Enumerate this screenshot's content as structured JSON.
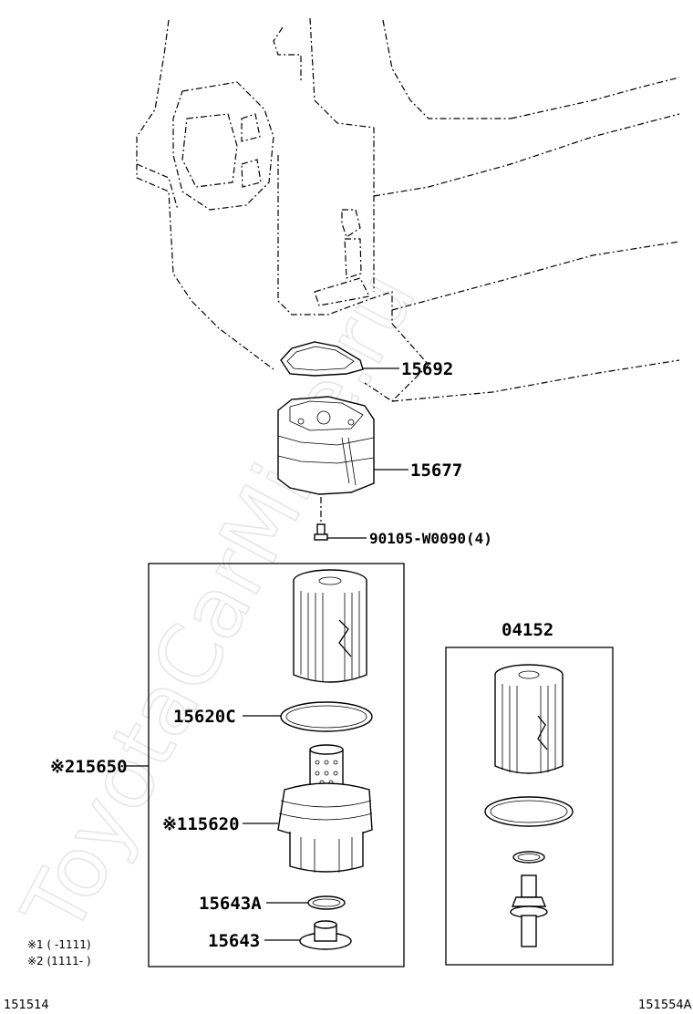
{
  "watermark": "ToyotaCarMine.ru",
  "callouts": {
    "gasket": "15692",
    "housing": "15677",
    "bolt": "90105-W0090(4)",
    "kit_right": "04152",
    "oring": "15620C",
    "assy": "※215650",
    "cap": "※115620",
    "ring_small": "15643A",
    "plug": "15643"
  },
  "notes": {
    "note1": "※1 (     -1111)",
    "note2": "※2 (1111-     )"
  },
  "footer": {
    "left_code": "151514",
    "right_code": "151554A"
  }
}
